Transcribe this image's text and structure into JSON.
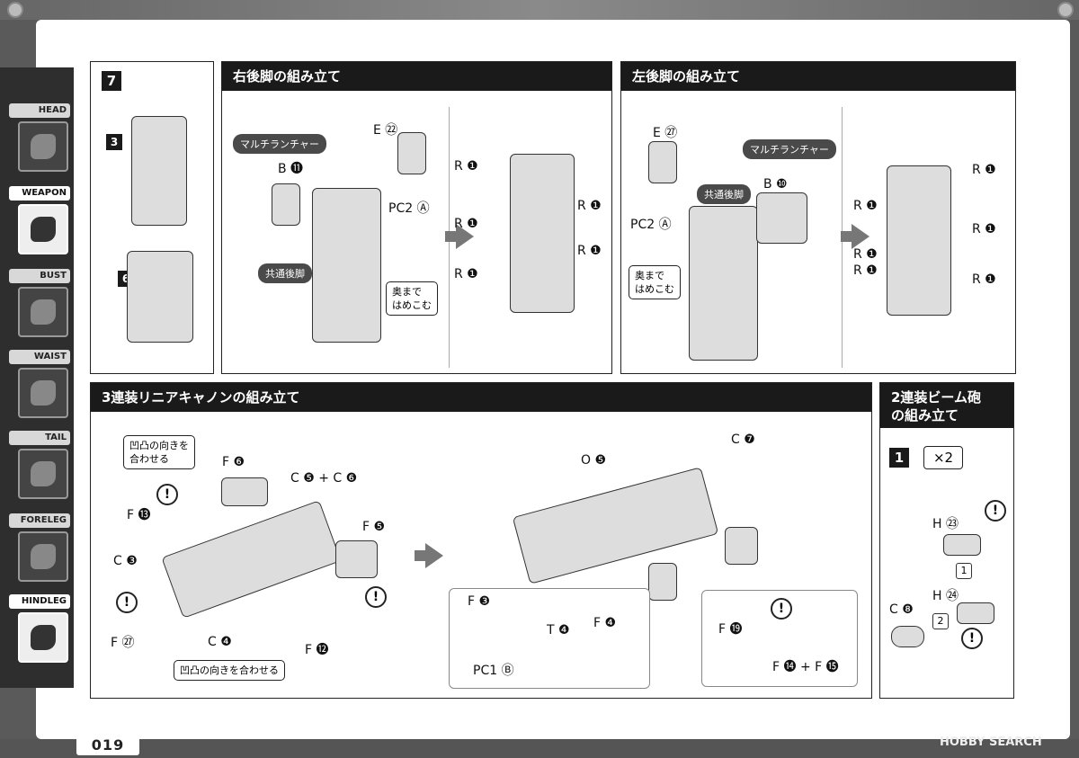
{
  "page_number": "019",
  "watermark": "HOBBY SEARCH",
  "sidebar": {
    "items": [
      {
        "label": "HEAD"
      },
      {
        "label": "WEAPON"
      },
      {
        "label": "BUST"
      },
      {
        "label": "WAIST"
      },
      {
        "label": "TAIL"
      },
      {
        "label": "FORELEG"
      },
      {
        "label": "HINDLEG"
      }
    ]
  },
  "step7": {
    "step": "7",
    "parts": [
      "3",
      "6"
    ]
  },
  "right_leg": {
    "title": "右後脚の組み立て",
    "multi_launcher": "マルチランチャー",
    "b_part": "B ⓫",
    "e_part": "E ㉒",
    "pc2": "PC2 Ⓐ",
    "common_leg": "共通後脚",
    "push_in": "奥まで\nはめこむ",
    "r_labels": [
      "R ❶",
      "R ❶",
      "R ❶",
      "R ❶",
      "R ❶"
    ]
  },
  "left_leg": {
    "title": "左後脚の組み立て",
    "e_part": "E ㉗",
    "multi_launcher": "マルチランチャー",
    "common_leg": "共通後脚",
    "b_part": "B ❿",
    "pc2": "PC2 Ⓐ",
    "push_in": "奥まで\nはめこむ",
    "r_labels": [
      "R ❶",
      "R ❶",
      "R ❶",
      "R ❶",
      "R ❶",
      "R ❶"
    ]
  },
  "cannon": {
    "title": "3連装リニアキャノンの組み立て",
    "note_top": "凹凸の向きを\n合わせる",
    "note_bottom": "凹凸の向きを合わせる",
    "labels": {
      "f6": "F ❻",
      "c5c6": "C ❺ + C ❻",
      "f5": "F ❺",
      "f13": "F ⓭",
      "c3": "C ❸",
      "f27": "F ㉗",
      "c4": "C ❹",
      "f12": "F ⓬",
      "o5": "O ❺",
      "c7": "C ❼",
      "f3": "F ❸",
      "t4": "T ❹",
      "f4": "F ❹",
      "pc1": "PC1 Ⓑ",
      "f19": "F ⓳",
      "f14f15": "F ⓮ + F ⓯"
    }
  },
  "beam": {
    "title": "2連装ビーム砲\nの組み立て",
    "step": "1",
    "multiplier": "×2",
    "h23": "H ㉓",
    "h24": "H ㉔",
    "c8": "C ❽",
    "order1": "1",
    "order2": "2"
  }
}
